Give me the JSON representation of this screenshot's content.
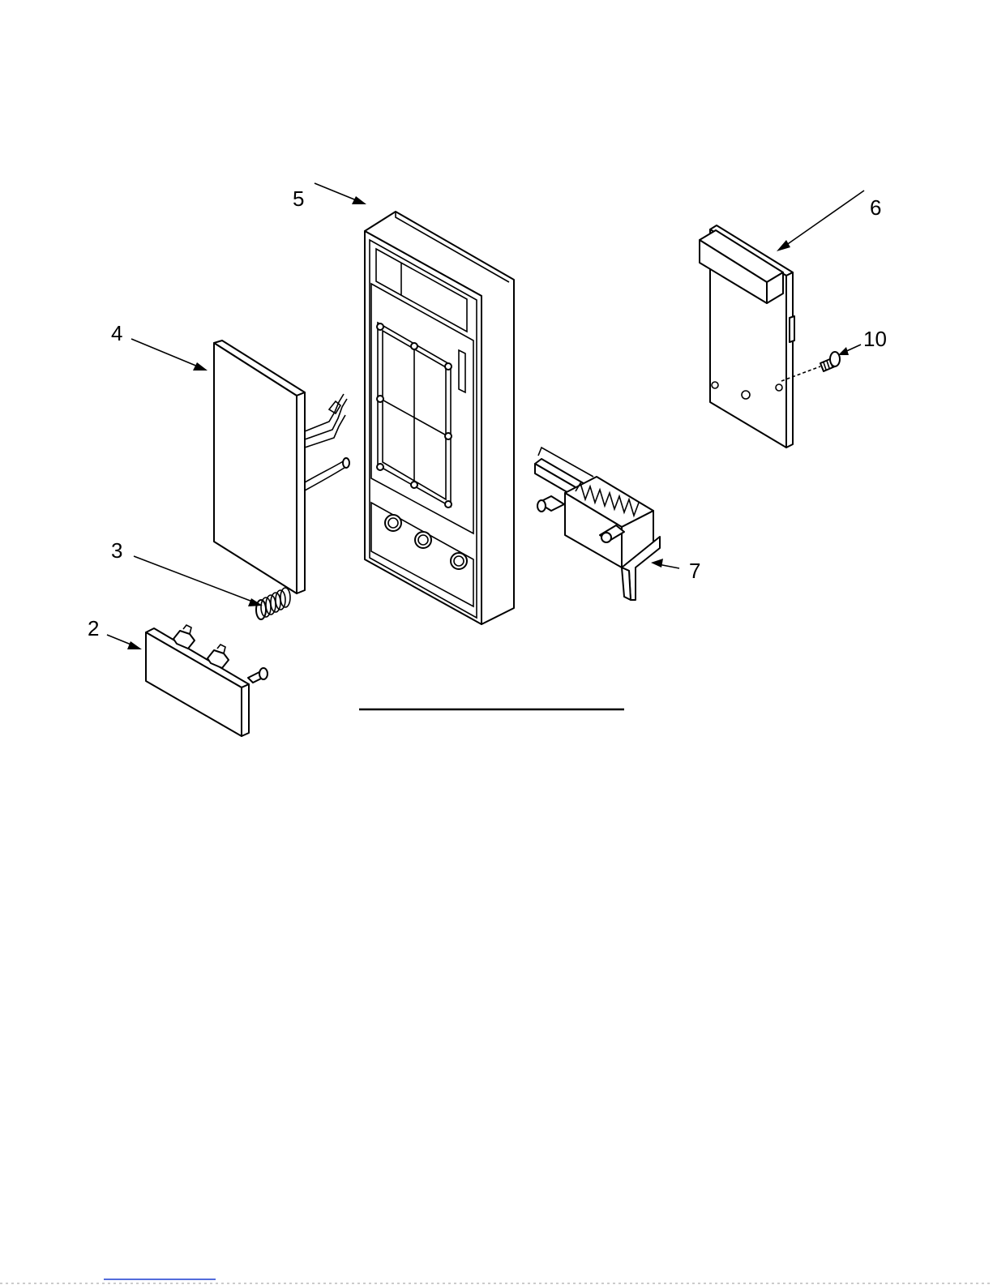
{
  "callouts": [
    {
      "id": "2",
      "label": "2"
    },
    {
      "id": "3",
      "label": "3"
    },
    {
      "id": "4",
      "label": "4"
    },
    {
      "id": "5",
      "label": "5"
    },
    {
      "id": "6",
      "label": "6"
    },
    {
      "id": "7",
      "label": "7"
    },
    {
      "id": "10",
      "label": "10"
    }
  ],
  "colors": {
    "line": "#000000",
    "background": "#ffffff"
  }
}
